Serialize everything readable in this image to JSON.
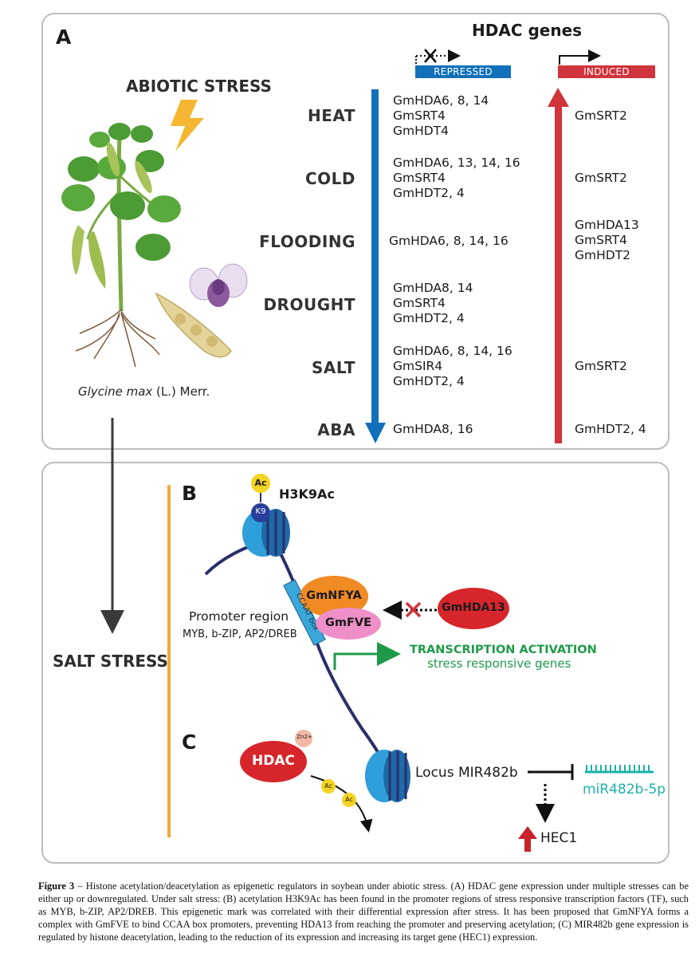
{
  "panel_a": {
    "letter": "A",
    "header": "HDAC genes",
    "repressed_label": "REPRESSED",
    "induced_label": "INDUCED",
    "abiotic_stress": "ABIOTIC STRESS",
    "species_italic": "Glycine max",
    "species_rest": " (L.) Merr.",
    "rows": [
      {
        "stress": "HEAT",
        "repressed": "GmHDA6, 8, 14\nGmSRT4\nGmHDT4",
        "induced": "GmSRT2"
      },
      {
        "stress": "COLD",
        "repressed": "GmHDA6, 13, 14, 16\nGmSRT4\nGmHDT2, 4",
        "induced": "GmSRT2"
      },
      {
        "stress": "FLOODING",
        "repressed": "GmHDA6, 8, 14, 16",
        "induced": "GmHDA13\nGmSRT4\nGmHDT2"
      },
      {
        "stress": "DROUGHT",
        "repressed": "GmHDA8, 14\nGmSRT4\nGmHDT2, 4",
        "induced": ""
      },
      {
        "stress": "SALT",
        "repressed": "GmHDA6, 8, 14, 16\nGmSIR4\nGmHDT2, 4",
        "induced": "GmSRT2"
      },
      {
        "stress": "ABA",
        "repressed": "GmHDA8, 16",
        "induced": "GmHDT2, 4"
      }
    ]
  },
  "panel_bc": {
    "letter_b": "B",
    "letter_c": "C",
    "salt_stress": "SALT STRESS",
    "ac": "Ac",
    "k9": "K9",
    "h3k9ac": "H3K9Ac",
    "promoter_region": "Promoter region",
    "tf_list": "MYB, b-ZIP, AP2/DREB",
    "ccaat_box": "CCAAT box",
    "gmnfya": "GmNFYA",
    "gmfve": "GmFVE",
    "gmhda13": "GmHDA13",
    "transcription_activation": "TRANSCRIPTION ACTIVATION",
    "stress_responsive_genes": "stress responsive genes",
    "hdac": "HDAC",
    "zn": "Zn2+",
    "locus": "Locus MIR482b",
    "mirna": "miR482b-5p",
    "hec1": "HEC1"
  },
  "caption": {
    "label": "Figure 3",
    "text": " – Histone acetylation/deacetylation as epigenetic regulators in soybean under abiotic stress. (A) HDAC gene expression under multiple stresses can be either up or downregulated. Under salt stress: (B) acetylation H3K9Ac has been found in the promoter regions of stress responsive transcription factors (TF), such as MYB, b-ZIP, AP2/DREB. This epigenetic mark was correlated with their differential expression after stress. It has been proposed that GmNFYA forms a complex with GmFVE to bind CCAA box promoters, preventing HDA13 from reaching the promoter and preserving acetylation; (C) MIR482b gene expression is regulated by histone deacetylation, leading to the reduction of its expression and increasing its target gene (HEC1) expression."
  },
  "colors": {
    "repressed_blue": "#1170b9",
    "induced_red": "#d0343c",
    "timeline_orange": "#f3a93b",
    "nucleosome_blue": "#2e9fd9",
    "dna_navy": "#2a2f6b",
    "activation_green": "#1f9a4a",
    "mirna_teal": "#1bb3a8"
  }
}
